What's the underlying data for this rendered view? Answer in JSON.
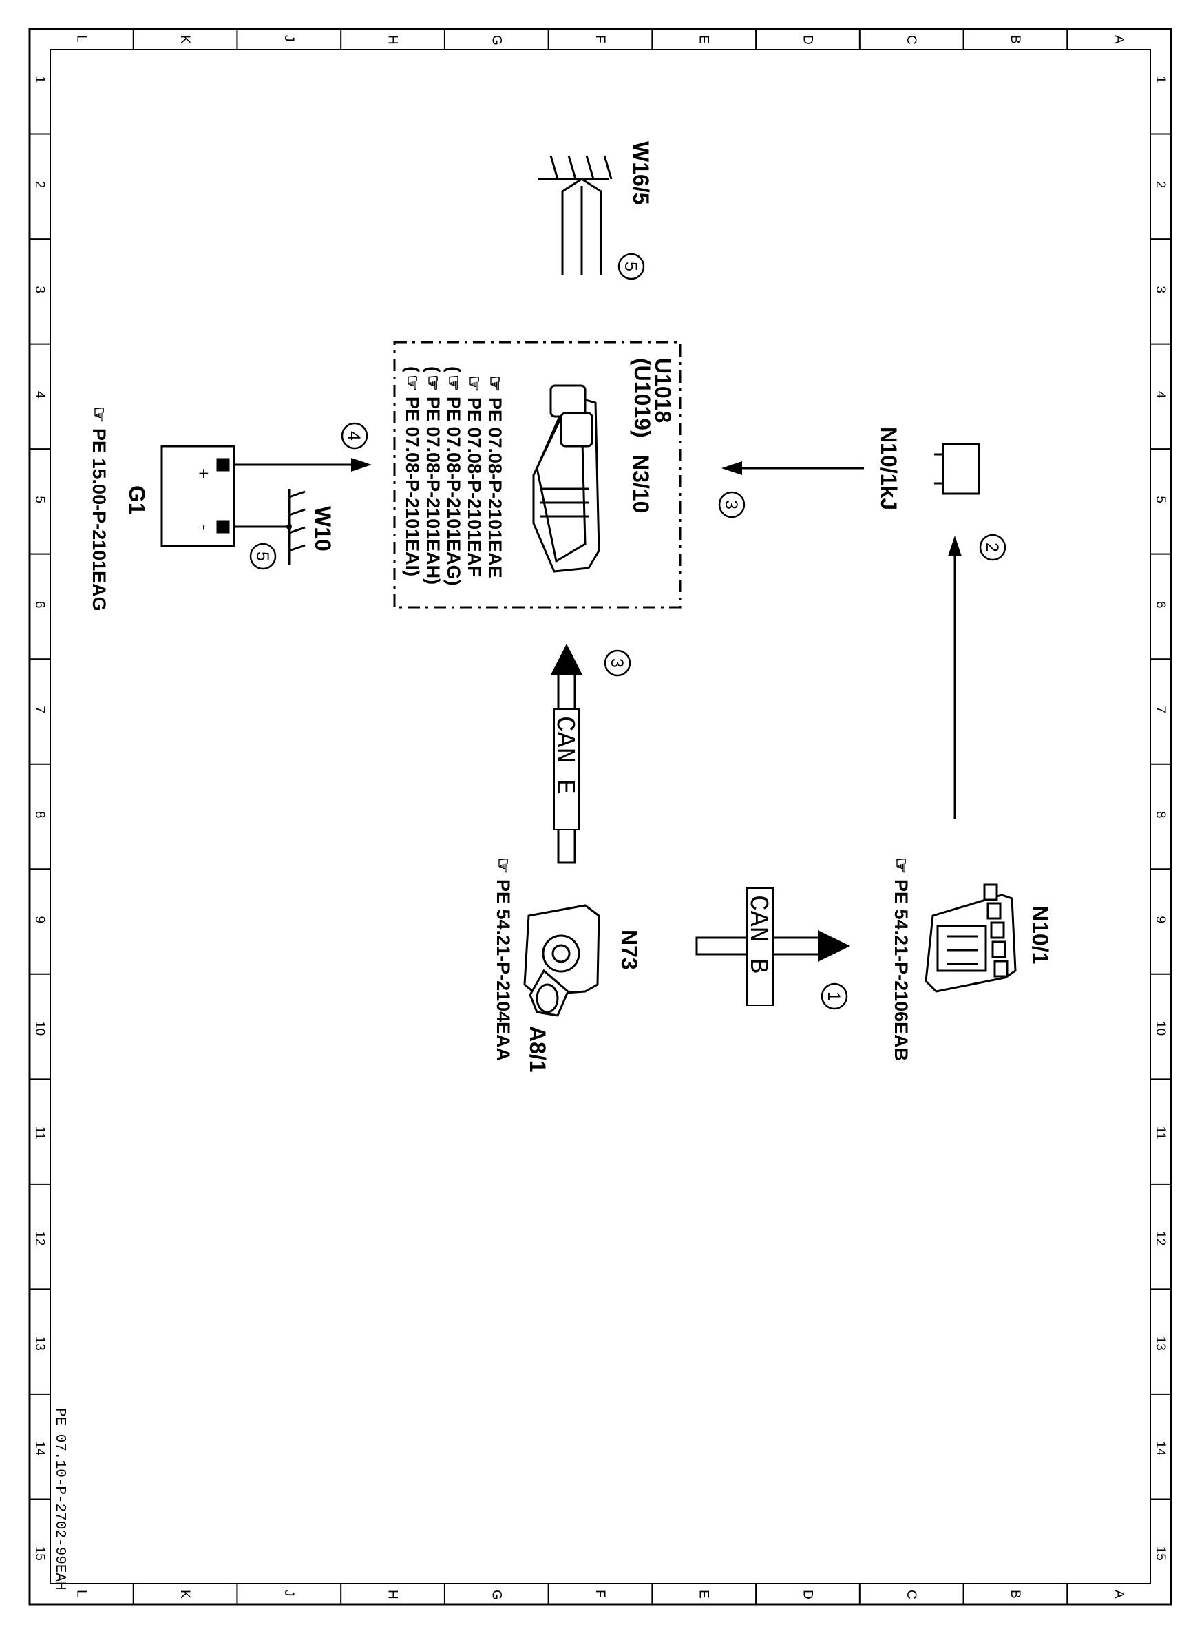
{
  "border": {
    "letters_top": [
      "L",
      "K",
      "J",
      "H",
      "G",
      "F",
      "E",
      "D",
      "C",
      "B",
      "A"
    ],
    "letters_bottom": [
      "L",
      "K",
      "J",
      "H",
      "G",
      "F",
      "E",
      "D",
      "C",
      "B",
      "A"
    ],
    "numbers_left": [
      "1",
      "2",
      "3",
      "4",
      "5",
      "6",
      "7",
      "8",
      "9",
      "10",
      "11",
      "12",
      "13",
      "14",
      "15"
    ],
    "numbers_right": [
      "1",
      "2",
      "3",
      "4",
      "5",
      "6",
      "7",
      "8",
      "9",
      "10",
      "11",
      "12",
      "13",
      "14",
      "15"
    ]
  },
  "components": {
    "w16_5": "W16/5",
    "n10_kj": "N10/1kJ",
    "n10_1": "N10/1",
    "n10_1_ref": "PE 54.21-P-2106EAB",
    "n73": "N73",
    "a8_1": "A8/1",
    "n73_ref": "PE 54.21-P-2104EAA",
    "n3_10": "N3/10",
    "u1018": "U1018",
    "u1019": "(U1019)",
    "n3_10_refs": [
      "PE 07.08-P-2101EAE",
      "PE 07.08-P-2101EAF",
      "PE 07.08-P-2101EAG)",
      "PE 07.08-P-2101EAH)",
      "PE 07.08-P-2101EAI)"
    ],
    "g1": "G1",
    "g1_ref": "PE 15.00-P-2101EAG",
    "w10": "W10",
    "plus": "+",
    "minus": "-"
  },
  "bus_labels": {
    "can_b": "CAN B",
    "can_e": "CAN E"
  },
  "markers": {
    "m1": "1",
    "m2": "2",
    "m3a": "3",
    "m3b": "3",
    "m4": "4",
    "m5a": "5",
    "m5b": "5"
  },
  "document_id": "PE 07.10-P-2702-99EAH"
}
